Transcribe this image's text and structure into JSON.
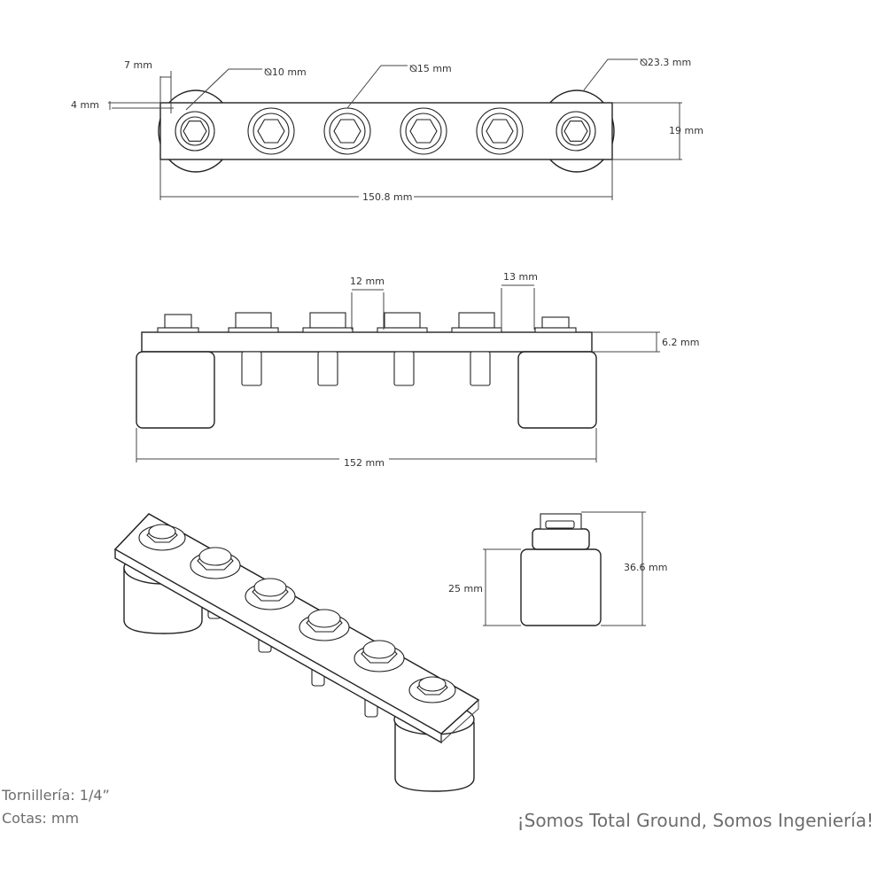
{
  "top_view": {
    "dims": {
      "hole_small": "⦰10 mm",
      "hole_large": "⦰15 mm",
      "end_diameter": "⦰23.3 mm",
      "edge_7": "7 mm",
      "edge_4": "4 mm",
      "height": "19 mm",
      "length": "150.8 mm"
    }
  },
  "side_view": {
    "dims": {
      "gap_12": "12 mm",
      "gap_13": "13 mm",
      "thickness": "6.2 mm",
      "length": "152 mm"
    }
  },
  "end_view": {
    "dims": {
      "insulator_height": "25 mm",
      "total_height": "36.6 mm"
    }
  },
  "notes": {
    "bolt": "Tornillería: 1/4”",
    "units": "Cotas: mm"
  },
  "slogan": "¡Somos Total Ground, Somos Ingeniería!"
}
